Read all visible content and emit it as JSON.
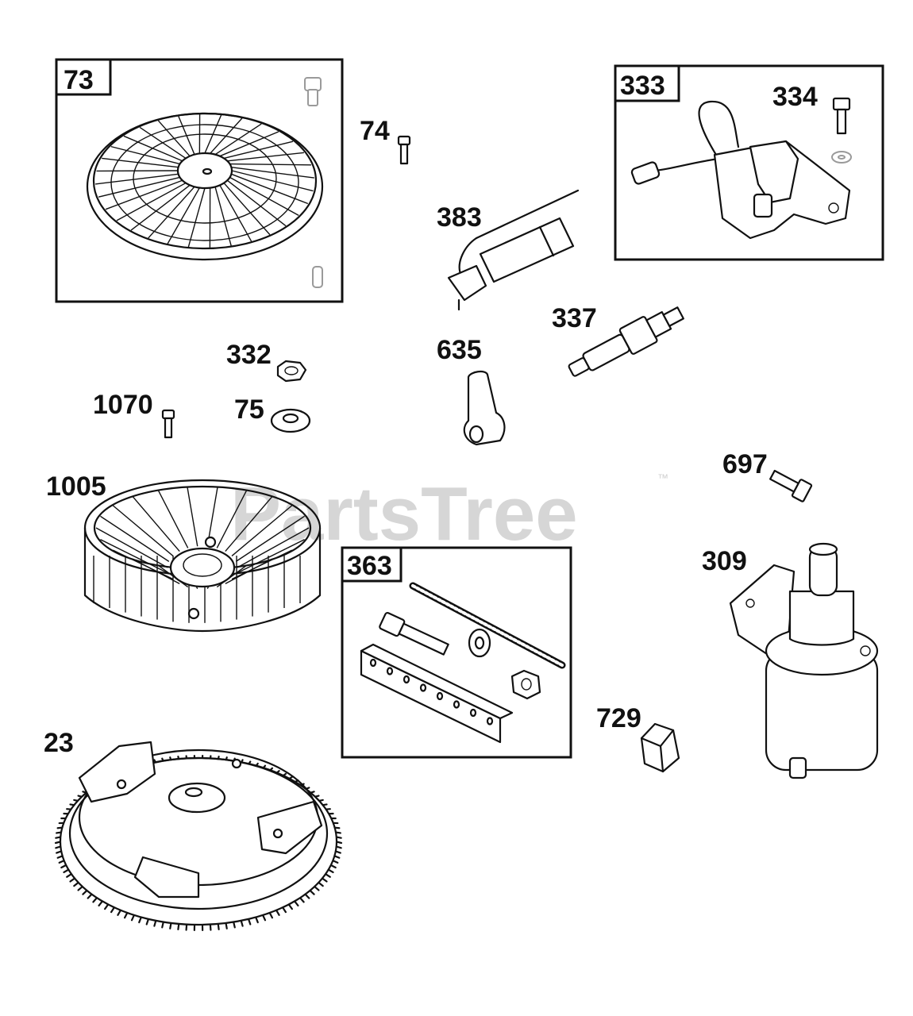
{
  "watermark": {
    "text": "PartsTree",
    "trademark": "™"
  },
  "callouts": {
    "p73": "73",
    "p74": "74",
    "p333": "333",
    "p334": "334",
    "p383": "383",
    "p337": "337",
    "p332": "332",
    "p635": "635",
    "p1070": "1070",
    "p75": "75",
    "p697": "697",
    "p1005": "1005",
    "p309": "309",
    "p363": "363",
    "p729": "729",
    "p23": "23"
  }
}
